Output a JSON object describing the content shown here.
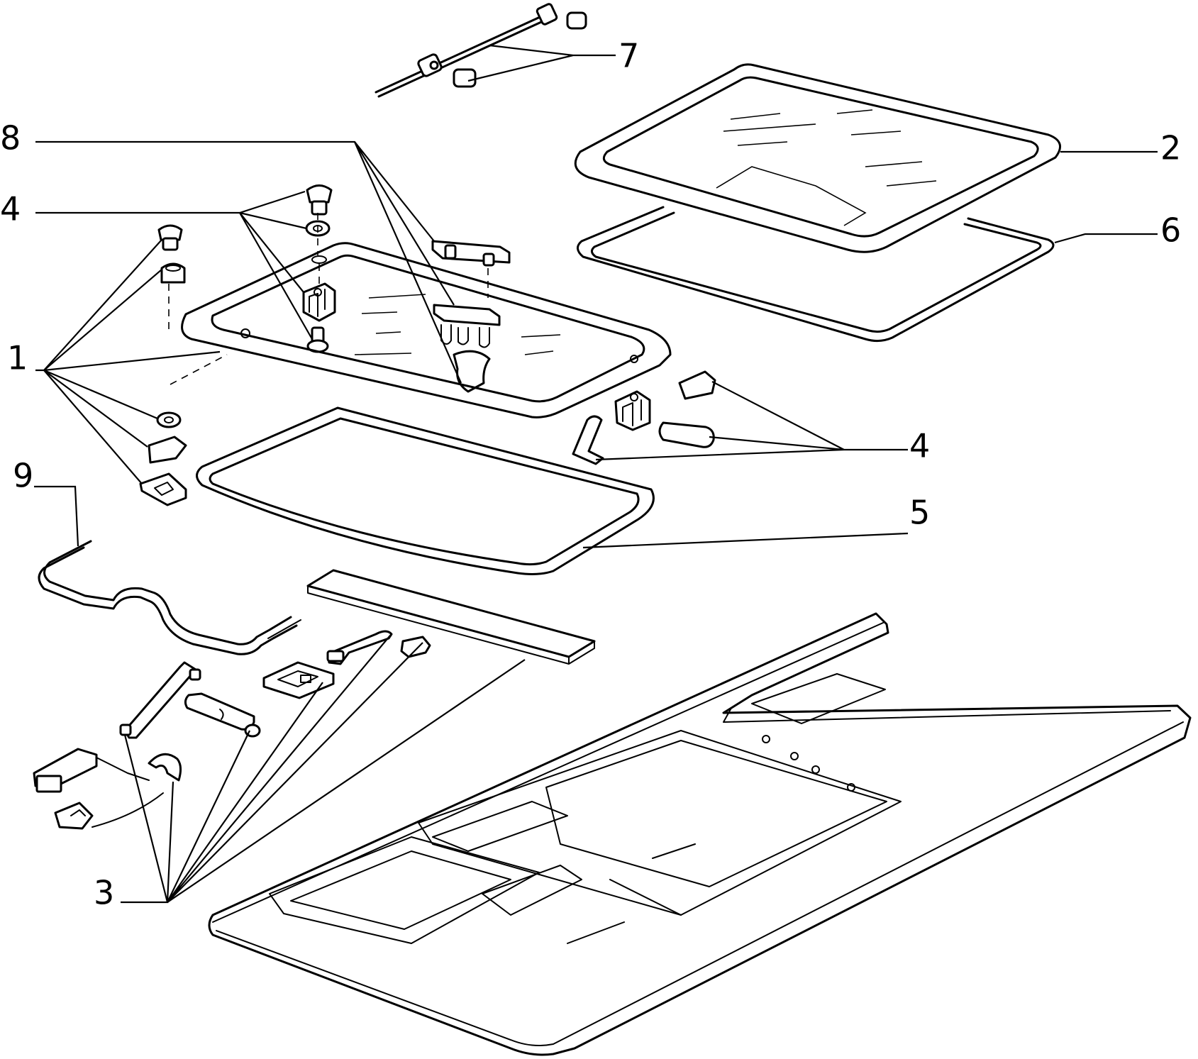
{
  "diagram": {
    "callouts": [
      {
        "id": "c1",
        "text": "1"
      },
      {
        "id": "c2",
        "text": "2"
      },
      {
        "id": "c3",
        "text": "3"
      },
      {
        "id": "c4a",
        "text": "4"
      },
      {
        "id": "c4b",
        "text": "4"
      },
      {
        "id": "c5",
        "text": "5"
      },
      {
        "id": "c6",
        "text": "6"
      },
      {
        "id": "c7",
        "text": "7"
      },
      {
        "id": "c8",
        "text": "8"
      },
      {
        "id": "c9",
        "text": "9"
      }
    ]
  }
}
